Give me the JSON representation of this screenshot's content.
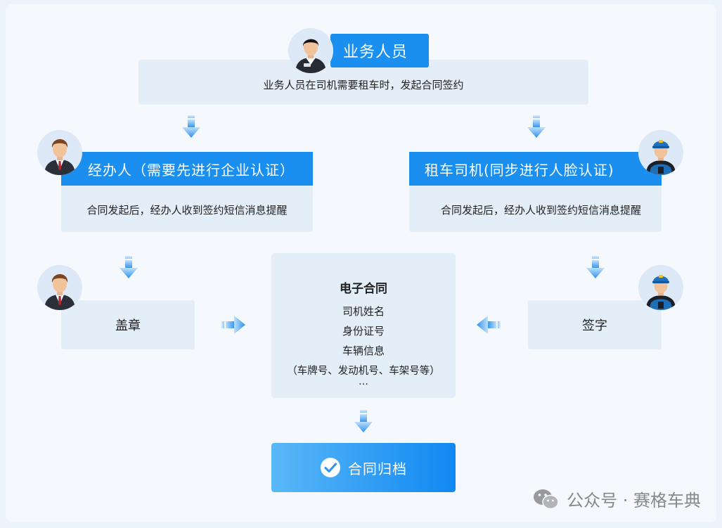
{
  "staff": {
    "title": "业务人员",
    "desc": "业务人员在司机需要租车时，发起合同签约"
  },
  "agent": {
    "title": "经办人（需要先进行企业认证）",
    "desc": "合同发起后，经办人收到签约短信消息提醒"
  },
  "driver": {
    "title": "租车司机(同步进行人脸认证)",
    "desc": "合同发起后，经办人收到签约短信消息提醒"
  },
  "stamp": {
    "label": "盖章"
  },
  "sign": {
    "label": "签字"
  },
  "contract": {
    "title": "电子合同",
    "lines": [
      "司机姓名",
      "身份证号",
      "车辆信息",
      "（车牌号、发动机号、车架号等）",
      "…"
    ]
  },
  "archive": {
    "label": "合同归档"
  },
  "watermark": {
    "text": "公众号 · 赛格车典"
  },
  "icons": {
    "avatar_staff": "businessman-avatar-icon",
    "avatar_agent": "manager-avatar-icon",
    "avatar_driver": "driver-avatar-icon",
    "arrow": "arrow-icon",
    "check": "check-circle-icon",
    "wechat": "wechat-icon"
  },
  "colors": {
    "accent": "#1a8ff0",
    "box": "#e3eef9",
    "arrow": "#3d9cf0"
  }
}
